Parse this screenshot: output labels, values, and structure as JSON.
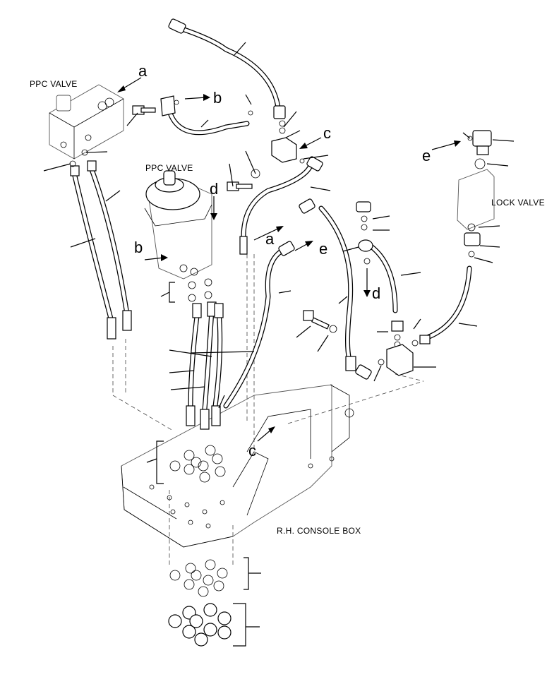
{
  "labels": {
    "ppc_valve_left": "PPC VALVE",
    "ppc_valve_center": "PPC VALVE",
    "lock_valve": "LOCK VALVE",
    "console_box": "R.H. CONSOLE BOX"
  },
  "refs": {
    "a1": "a",
    "a2": "a",
    "b1": "b",
    "b2": "b",
    "c1": "c",
    "c2": "c",
    "d1": "d",
    "d2": "d",
    "e1": "e",
    "e2": "e"
  }
}
